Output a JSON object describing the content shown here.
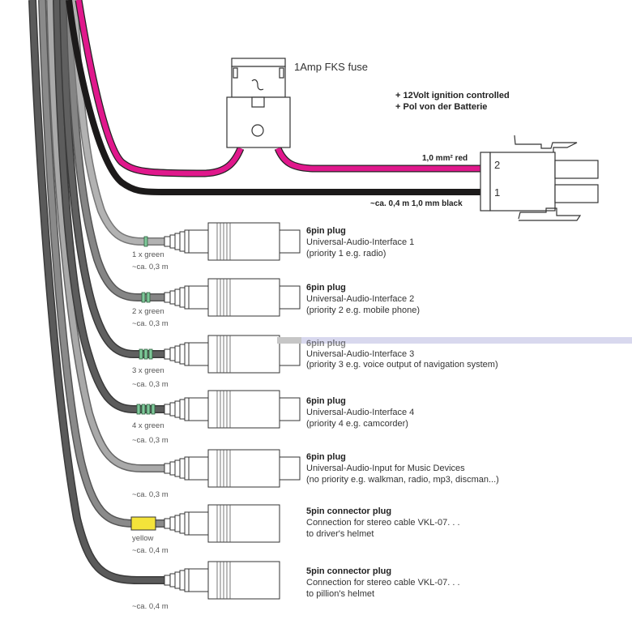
{
  "fuse": {
    "label": "1Amp FKS fuse"
  },
  "power_note": {
    "line1": "+ 12Volt ignition controlled",
    "line2": "+ Pol von der Batterie"
  },
  "power_connector": {
    "pin2_label": "2",
    "pin1_label": "1",
    "red_wire_label": "1,0 mm² red",
    "black_wire_label": "~ca. 0,4 m 1,0 mm black"
  },
  "colors": {
    "red_wire": "#e0188c",
    "black_wire": "#1c1a1a",
    "green_marker": "#7ec99a",
    "yellow_marker": "#f4e33a",
    "overlay_band": "#d8d8ee"
  },
  "cables": [
    {
      "marker_label": "1 x green",
      "length": "~ca. 0,3 m",
      "plug_title": "6pin plug",
      "desc_line1": "Universal-Audio-Interface 1",
      "desc_line2": "(priority 1 e.g. radio)"
    },
    {
      "marker_label": "2 x green",
      "length": "~ca. 0,3 m",
      "plug_title": "6pin plug",
      "desc_line1": "Universal-Audio-Interface 2",
      "desc_line2": "(priority 2 e.g. mobile phone)"
    },
    {
      "marker_label": "3 x green",
      "length": "~ca. 0,3 m",
      "plug_title": "6pin plug",
      "desc_line1": "Universal-Audio-Interface 3",
      "desc_line2": "(priority 3 e.g. voice output of navigation system)"
    },
    {
      "marker_label": "4 x green",
      "length": "~ca. 0,3 m",
      "plug_title": "6pin plug",
      "desc_line1": "Universal-Audio-Interface 4",
      "desc_line2": "(priority 4 e.g. camcorder)"
    },
    {
      "marker_label": "",
      "length": "~ca. 0,3 m",
      "plug_title": "6pin plug",
      "desc_line1": "Universal-Audio-Input for Music Devices",
      "desc_line2": "(no priority e.g. walkman, radio, mp3, discman...)"
    },
    {
      "marker_label": "yellow",
      "length": "~ca. 0,4 m",
      "plug_title": "5pin connector plug",
      "desc_line1": "Connection for stereo cable VKL-07. . .",
      "desc_line2": "to driver's helmet"
    },
    {
      "marker_label": "",
      "length": "~ca. 0,4 m",
      "plug_title": "5pin connector plug",
      "desc_line1": "Connection for stereo cable VKL-07. . .",
      "desc_line2": "to pillion's helmet"
    }
  ]
}
